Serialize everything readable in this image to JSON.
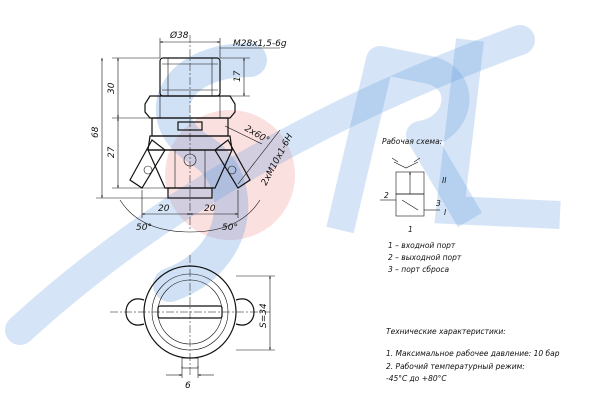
{
  "watermark": {
    "text": "SORL",
    "blue": "#3b82d6",
    "red": "#e84a4a"
  },
  "dimensions": {
    "diameter": "Ø38",
    "thread_top": "M28x1,5-6g",
    "h17": "17",
    "h30": "30",
    "h68": "68",
    "h27": "27",
    "w20_left": "20",
    "w20_right": "20",
    "angle_left": "50°",
    "angle_right": "50°",
    "chamfer": "2x60°",
    "port_thread": "2xM10x1-6H",
    "width_s": "S=34",
    "slot_w": "6"
  },
  "schematic": {
    "title": "Рабочая схема:",
    "pos1": "1",
    "pos2": "2",
    "pos3": "3",
    "pos_I": "I",
    "pos_II": "II"
  },
  "legend": [
    "1 – входной порт",
    "2 – выходной порт",
    "3 – порт сброса"
  ],
  "specs": {
    "title": "Технические характеристики:",
    "line1": "1. Максимальное рабочее давление: 10 бар",
    "line2": "2. Рабочий температурный режим:",
    "line3": "-45°С до +80°С"
  }
}
